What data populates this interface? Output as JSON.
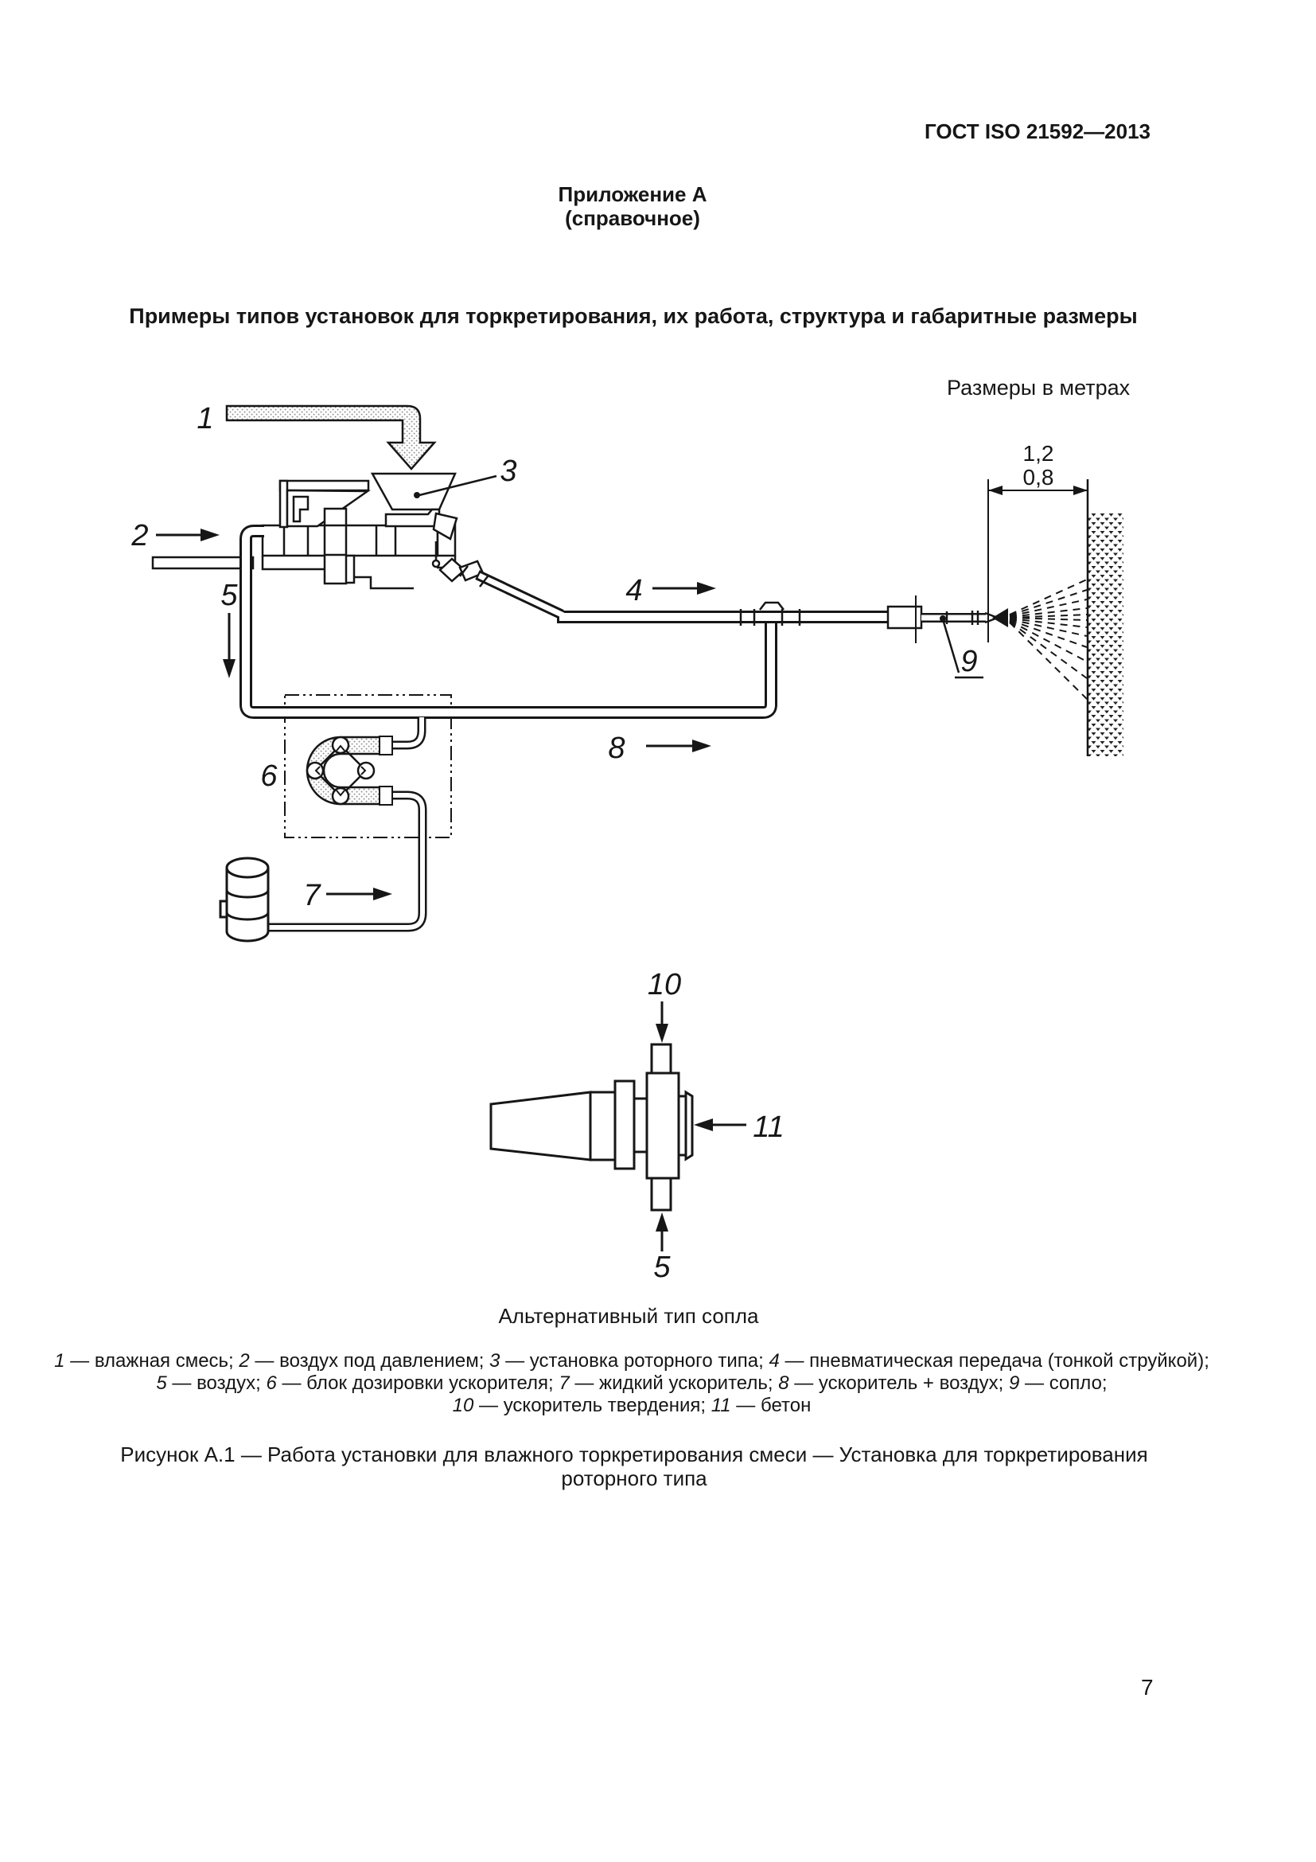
{
  "page": {
    "header": "ГОСТ ISO 21592—2013",
    "appendix_title": "Приложение А",
    "appendix_subtitle": "(справочное)",
    "title": "Примеры типов установок для торкретирования, их работа, структура и габаритные размеры",
    "units_note": "Размеры в метрах",
    "page_number": "7"
  },
  "figure": {
    "labels": {
      "n1": "1",
      "n2": "2",
      "n3": "3",
      "n4": "4",
      "n5": "5",
      "n6": "6",
      "n7": "7",
      "n8": "8",
      "n9": "9",
      "n10": "10",
      "n11": "11",
      "n5_alt": "5"
    },
    "dimensions": {
      "upper": "1,2",
      "lower": "0,8"
    },
    "alt_nozzle_caption": "Альтернативный тип сопла",
    "legend_lines": [
      [
        {
          "n": "1",
          "t": " — влажная смесь; "
        },
        {
          "n": "2",
          "t": " — воздух под давлением; "
        },
        {
          "n": "3",
          "t": " — установка роторного типа; "
        },
        {
          "n": "4",
          "t": " — пневматическая передача (тонкой струйкой);"
        }
      ],
      [
        {
          "n": "5",
          "t": " — воздух; "
        },
        {
          "n": "6",
          "t": " — блок дозировки ускорителя; "
        },
        {
          "n": "7",
          "t": " — жидкий ускоритель; "
        },
        {
          "n": "8",
          "t": " — ускоритель + воздух; "
        },
        {
          "n": "9",
          "t": " — сопло;"
        }
      ],
      [
        {
          "n": "10",
          "t": " — ускоритель твердения; "
        },
        {
          "n": "11",
          "t": " — бетон"
        }
      ]
    ],
    "caption_line1": "Рисунок А.1 — Работа установки для влажного торкретирования смеси — Установка для торкретирования",
    "caption_line2": "роторного типа"
  }
}
